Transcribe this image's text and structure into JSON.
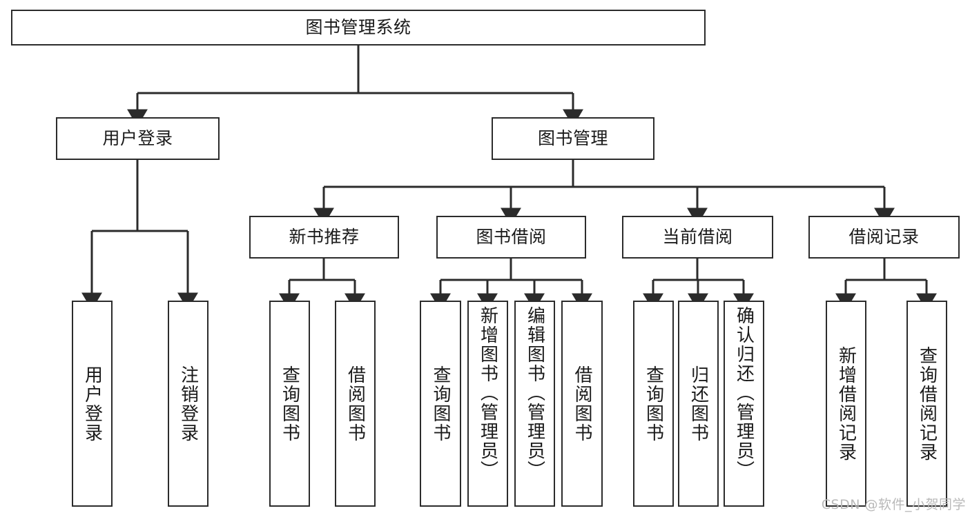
{
  "diagram": {
    "type": "hierarchy-tree",
    "title": "图书管理系统",
    "root": {
      "id": "root",
      "label": "图书管理系统",
      "orientation": "horizontal"
    },
    "level2": [
      {
        "id": "user-login",
        "label": "用户登录",
        "orientation": "horizontal"
      },
      {
        "id": "book-management",
        "label": "图书管理",
        "orientation": "horizontal"
      }
    ],
    "level3": [
      {
        "id": "new-book-recommend",
        "label": "新书推荐",
        "orientation": "horizontal"
      },
      {
        "id": "book-borrow",
        "label": "图书借阅",
        "orientation": "horizontal"
      },
      {
        "id": "current-borrow",
        "label": "当前借阅",
        "orientation": "horizontal"
      },
      {
        "id": "borrow-record",
        "label": "借阅记录",
        "orientation": "horizontal"
      }
    ],
    "leaves": [
      {
        "id": "leaf-user-login",
        "label": "用户登录",
        "parent": "user-login",
        "orientation": "vertical"
      },
      {
        "id": "leaf-user-logout",
        "label": "注销登录",
        "parent": "user-login",
        "orientation": "vertical"
      },
      {
        "id": "leaf-query-book-1",
        "label": "查询图书",
        "parent": "new-book-recommend",
        "orientation": "vertical"
      },
      {
        "id": "leaf-borrow-book-1",
        "label": "借阅图书",
        "parent": "new-book-recommend",
        "orientation": "vertical"
      },
      {
        "id": "leaf-query-book-2",
        "label": "查询图书",
        "parent": "book-borrow",
        "orientation": "vertical"
      },
      {
        "id": "leaf-add-book",
        "label": "新增图书（管理员）",
        "parent": "book-borrow",
        "orientation": "vertical"
      },
      {
        "id": "leaf-edit-book",
        "label": "编辑图书（管理员）",
        "parent": "book-borrow",
        "orientation": "vertical"
      },
      {
        "id": "leaf-borrow-book-2",
        "label": "借阅图书",
        "parent": "book-borrow",
        "orientation": "vertical"
      },
      {
        "id": "leaf-query-book-3",
        "label": "查询图书",
        "parent": "current-borrow",
        "orientation": "vertical"
      },
      {
        "id": "leaf-return-book",
        "label": "归还图书",
        "parent": "current-borrow",
        "orientation": "vertical"
      },
      {
        "id": "leaf-confirm-return",
        "label": "确认归还（管理员）",
        "parent": "current-borrow",
        "orientation": "vertical"
      },
      {
        "id": "leaf-add-record",
        "label": "新增借阅记录",
        "parent": "borrow-record",
        "orientation": "vertical"
      },
      {
        "id": "leaf-query-record",
        "label": "查询借阅记录",
        "parent": "borrow-record",
        "orientation": "vertical"
      }
    ],
    "colors": {
      "stroke": "#2b2b2b",
      "fill": "#ffffff",
      "text": "#1a1a1a",
      "watermark": "#b9b9b9"
    }
  },
  "watermark": {
    "text": "CSDN @软件_小贺同学"
  }
}
